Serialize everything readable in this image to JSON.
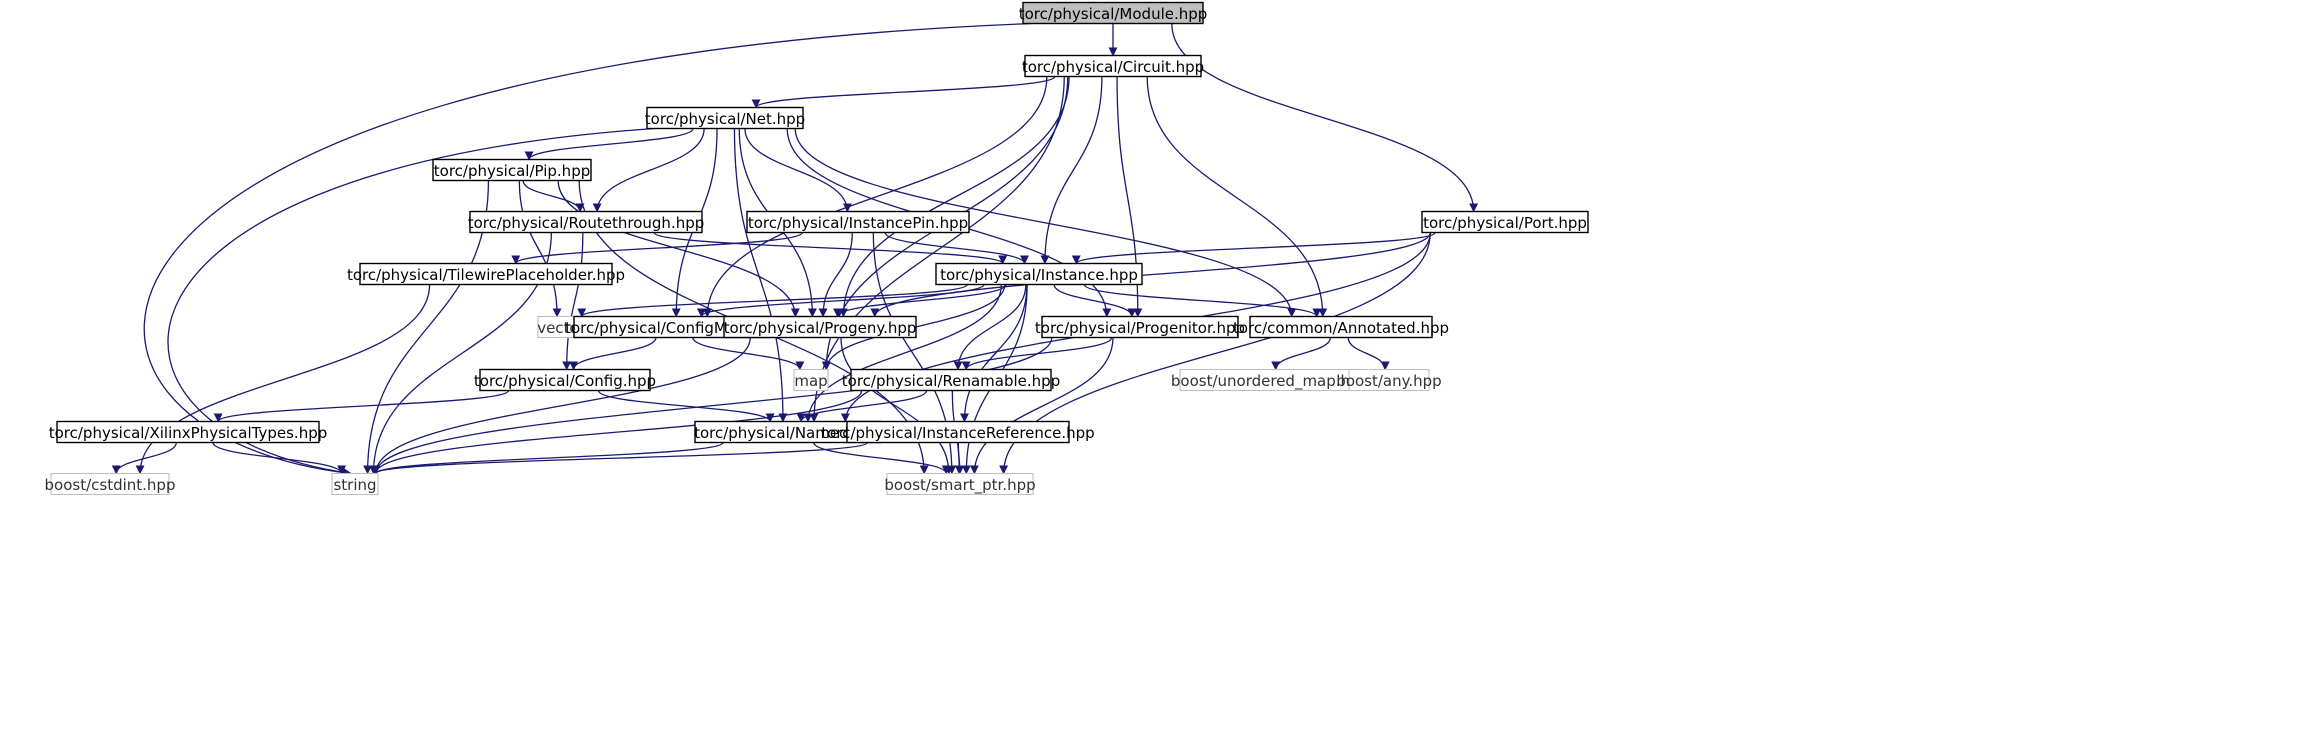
{
  "graph": {
    "nodes": [
      {
        "id": "module",
        "label": "torc/physical/Module.hpp",
        "kind": "root"
      },
      {
        "id": "circuit",
        "label": "torc/physical/Circuit.hpp",
        "kind": "doc"
      },
      {
        "id": "net",
        "label": "torc/physical/Net.hpp",
        "kind": "doc"
      },
      {
        "id": "pip",
        "label": "torc/physical/Pip.hpp",
        "kind": "doc"
      },
      {
        "id": "routethrough",
        "label": "torc/physical/Routethrough.hpp",
        "kind": "doc"
      },
      {
        "id": "instancepin",
        "label": "torc/physical/InstancePin.hpp",
        "kind": "doc"
      },
      {
        "id": "port",
        "label": "torc/physical/Port.hpp",
        "kind": "doc"
      },
      {
        "id": "tilewire",
        "label": "torc/physical/TilewirePlaceholder.hpp",
        "kind": "doc"
      },
      {
        "id": "instance",
        "label": "torc/physical/Instance.hpp",
        "kind": "doc"
      },
      {
        "id": "vector",
        "label": "vector",
        "kind": "ext"
      },
      {
        "id": "configmap",
        "label": "torc/physical/ConfigMap.hpp",
        "kind": "doc"
      },
      {
        "id": "progeny",
        "label": "torc/physical/Progeny.hpp",
        "kind": "doc"
      },
      {
        "id": "progenitor",
        "label": "torc/physical/Progenitor.hpp",
        "kind": "doc"
      },
      {
        "id": "annotated",
        "label": "torc/common/Annotated.hpp",
        "kind": "doc"
      },
      {
        "id": "config",
        "label": "torc/physical/Config.hpp",
        "kind": "doc"
      },
      {
        "id": "map",
        "label": "map",
        "kind": "ext"
      },
      {
        "id": "renamable",
        "label": "torc/physical/Renamable.hpp",
        "kind": "doc"
      },
      {
        "id": "unordered",
        "label": "boost/unordered_map.hpp",
        "kind": "ext"
      },
      {
        "id": "any",
        "label": "boost/any.hpp",
        "kind": "ext"
      },
      {
        "id": "xilinx",
        "label": "torc/physical/XilinxPhysicalTypes.hpp",
        "kind": "doc"
      },
      {
        "id": "named",
        "label": "torc/physical/Named.hpp",
        "kind": "doc"
      },
      {
        "id": "instref",
        "label": "torc/physical/InstanceReference.hpp",
        "kind": "doc"
      },
      {
        "id": "cstdint",
        "label": "boost/cstdint.hpp",
        "kind": "ext"
      },
      {
        "id": "string",
        "label": "string",
        "kind": "ext"
      },
      {
        "id": "smartptr",
        "label": "boost/smart_ptr.hpp",
        "kind": "ext"
      }
    ],
    "edges": [
      [
        "module",
        "circuit"
      ],
      [
        "module",
        "port"
      ],
      [
        "module",
        "string"
      ],
      [
        "circuit",
        "net"
      ],
      [
        "circuit",
        "instance"
      ],
      [
        "circuit",
        "configmap"
      ],
      [
        "circuit",
        "progeny"
      ],
      [
        "circuit",
        "progenitor"
      ],
      [
        "circuit",
        "annotated"
      ],
      [
        "circuit",
        "map"
      ],
      [
        "circuit",
        "named"
      ],
      [
        "net",
        "pip"
      ],
      [
        "net",
        "routethrough"
      ],
      [
        "net",
        "instancepin"
      ],
      [
        "net",
        "configmap"
      ],
      [
        "net",
        "progeny"
      ],
      [
        "net",
        "progenitor"
      ],
      [
        "net",
        "annotated"
      ],
      [
        "net",
        "named"
      ],
      [
        "net",
        "string"
      ],
      [
        "pip",
        "routethrough"
      ],
      [
        "pip",
        "progeny"
      ],
      [
        "pip",
        "vector"
      ],
      [
        "pip",
        "string"
      ],
      [
        "pip",
        "smartptr"
      ],
      [
        "routethrough",
        "instance"
      ],
      [
        "routethrough",
        "config"
      ],
      [
        "routethrough",
        "string"
      ],
      [
        "instancepin",
        "tilewire"
      ],
      [
        "instancepin",
        "instance"
      ],
      [
        "instancepin",
        "progeny"
      ],
      [
        "instancepin",
        "smartptr"
      ],
      [
        "port",
        "instance"
      ],
      [
        "port",
        "progeny"
      ],
      [
        "port",
        "named"
      ],
      [
        "port",
        "smartptr"
      ],
      [
        "tilewire",
        "cstdint"
      ],
      [
        "instance",
        "vector"
      ],
      [
        "instance",
        "configmap"
      ],
      [
        "instance",
        "progeny"
      ],
      [
        "instance",
        "progenitor"
      ],
      [
        "instance",
        "annotated"
      ],
      [
        "instance",
        "map"
      ],
      [
        "instance",
        "renamable"
      ],
      [
        "instance",
        "named"
      ],
      [
        "instance",
        "instref"
      ],
      [
        "instance",
        "smartptr"
      ],
      [
        "configmap",
        "config"
      ],
      [
        "configmap",
        "map"
      ],
      [
        "progeny",
        "string"
      ],
      [
        "progeny",
        "smartptr"
      ],
      [
        "progenitor",
        "renamable"
      ],
      [
        "progenitor",
        "string"
      ],
      [
        "progenitor",
        "smartptr"
      ],
      [
        "annotated",
        "unordered"
      ],
      [
        "annotated",
        "any"
      ],
      [
        "config",
        "xilinx"
      ],
      [
        "config",
        "named"
      ],
      [
        "renamable",
        "named"
      ],
      [
        "renamable",
        "string"
      ],
      [
        "renamable",
        "smartptr"
      ],
      [
        "xilinx",
        "cstdint"
      ],
      [
        "xilinx",
        "string"
      ],
      [
        "named",
        "string"
      ],
      [
        "named",
        "smartptr"
      ],
      [
        "instref",
        "string"
      ],
      [
        "instref",
        "smartptr"
      ]
    ]
  }
}
